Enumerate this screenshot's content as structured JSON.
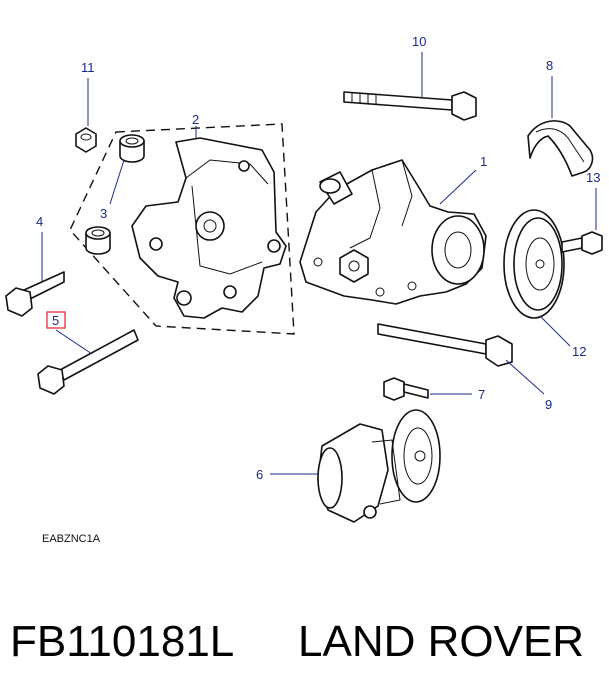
{
  "diagram": {
    "callouts": [
      "1",
      "2",
      "3",
      "4",
      "5",
      "6",
      "7",
      "8",
      "9",
      "10",
      "11",
      "12",
      "13"
    ],
    "highlighted_callout": "5",
    "reference_code": "EABZNC1A",
    "ink_color": "#111111",
    "callout_color": "#1a2a8a",
    "highlight_color": "#e0303a"
  },
  "footer": {
    "part_number": "FB110181L",
    "brand": "LAND ROVER"
  }
}
